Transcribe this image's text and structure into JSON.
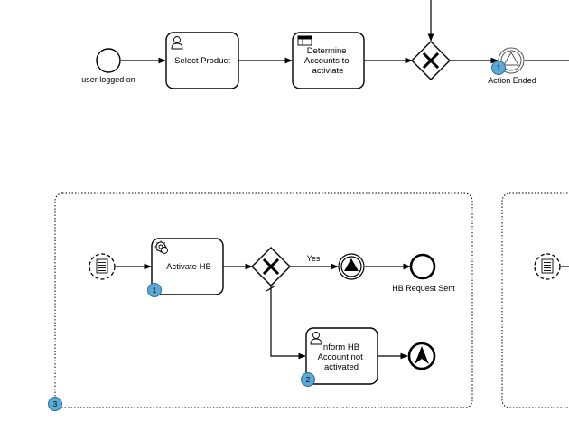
{
  "events": {
    "start_label": "user logged on",
    "action_ended_label": "Action Ended",
    "hb_request_sent_label": "HB Request Sent"
  },
  "tasks": {
    "select_product": [
      "Select Product"
    ],
    "determine_accounts": [
      "Determine",
      "Accounts to",
      "activiate"
    ],
    "activate_hb": [
      "Activate HB"
    ],
    "inform_hb": [
      "Inform HB",
      "Account not",
      "activated"
    ]
  },
  "flows": {
    "yes_label": "Yes"
  },
  "badges": {
    "action_ended": "1",
    "activate_hb": "1",
    "inform_hb": "2",
    "subprocess": "3"
  },
  "colors": {
    "badge_fill": "#5aa9d6",
    "badge_stroke": "#2a6f99",
    "stroke": "#000000"
  },
  "icons": {
    "user_task": "user-icon",
    "business_rule_task": "table-icon",
    "service_task": "gear-icon",
    "exclusive_gateway": "x-icon",
    "conditional_start": "document-icon",
    "signal_event": "triangle-icon",
    "escalation_event": "arrowhead-icon"
  }
}
